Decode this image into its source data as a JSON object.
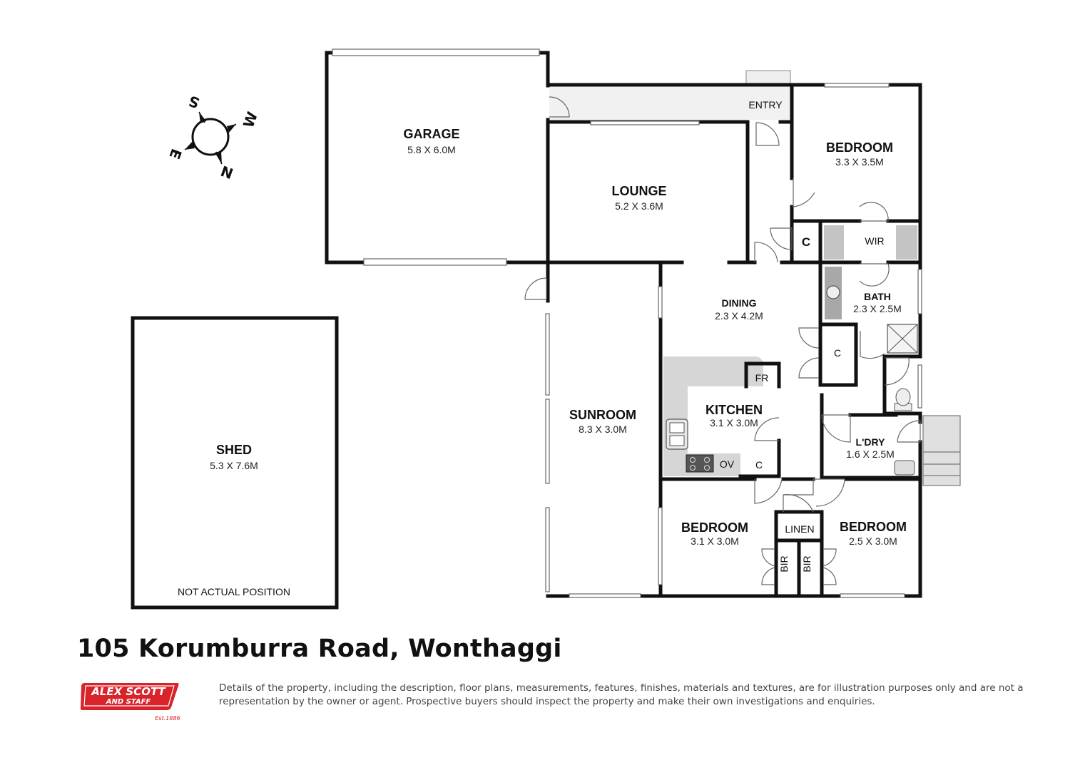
{
  "compass": {
    "n": "N",
    "s": "S",
    "e": "E",
    "w": "W"
  },
  "rooms": {
    "garage": {
      "name": "GARAGE",
      "dim": "5.8 X 6.0M"
    },
    "lounge": {
      "name": "LOUNGE",
      "dim": "5.2 X 3.6M"
    },
    "bedroom1": {
      "name": "BEDROOM",
      "dim": "3.3 X 3.5M"
    },
    "dining": {
      "name": "DINING",
      "dim": "2.3 X 4.2M"
    },
    "bath": {
      "name": "BATH",
      "dim": "2.3 X 2.5M"
    },
    "sunroom": {
      "name": "SUNROOM",
      "dim": "8.3 X 3.0M"
    },
    "kitchen": {
      "name": "KITCHEN",
      "dim": "3.1 X 3.0M"
    },
    "laundry": {
      "name": "L'DRY",
      "dim": "1.6 X 2.5M"
    },
    "bedroom2": {
      "name": "BEDROOM",
      "dim": "3.1 X 3.0M"
    },
    "bedroom3": {
      "name": "BEDROOM",
      "dim": "2.5 X 3.0M"
    },
    "shed": {
      "name": "SHED",
      "dim": "5.3 X 7.6M",
      "note": "NOT ACTUAL POSITION"
    }
  },
  "labels": {
    "entry": "ENTRY",
    "wir": "WIR",
    "cupboard": "C",
    "fridge": "FR",
    "oven": "OV",
    "linen": "LINEN",
    "bir": "BIR"
  },
  "address": "105 Korumburra Road, Wonthaggi",
  "disclaimer": "Details of the property, including the description, floor plans, measurements, features, finishes, materials and textures, are for illustration purposes only and are not a representation by the owner or agent. Prospective buyers should inspect the property and make their own investigations and enquiries.",
  "logo": {
    "line1": "ALEX SCOTT",
    "line2": "AND STAFF",
    "est": "Est.1886",
    "color": "#d8232a"
  }
}
